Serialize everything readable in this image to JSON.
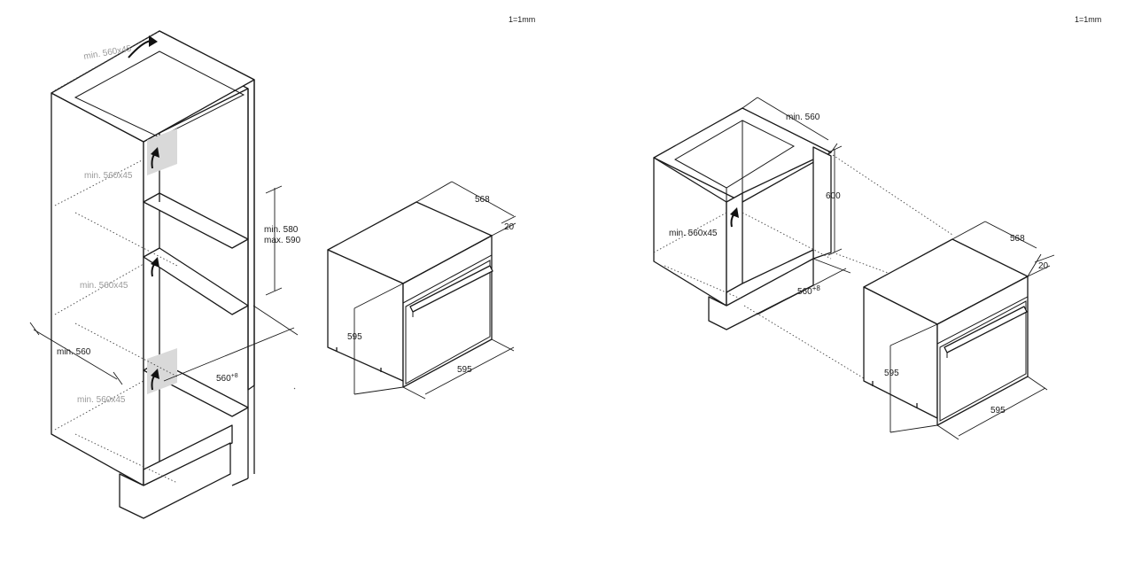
{
  "scale_left": "1=1mm",
  "scale_right": "1=1mm",
  "tall_cabinet": {
    "vent_top": "min. 560x45",
    "vent_upper": "min. 560x45",
    "vent_middle": "min. 560x45",
    "vent_bottom": "min. 560x45",
    "niche_height_min": "min. 580",
    "niche_height_max": "max. 590",
    "width": "min. 560",
    "depth_base": "560",
    "depth_sup": "+8"
  },
  "oven_left": {
    "depth": "568",
    "front_thickness": "20",
    "height": "595",
    "width": "595"
  },
  "base_cabinet": {
    "width": "min. 560",
    "height": "600",
    "vent": "min. 560x45",
    "depth_base": "560",
    "depth_sup": "+8"
  },
  "oven_right": {
    "depth": "568",
    "front_thickness": "20",
    "height": "595",
    "width": "595"
  }
}
